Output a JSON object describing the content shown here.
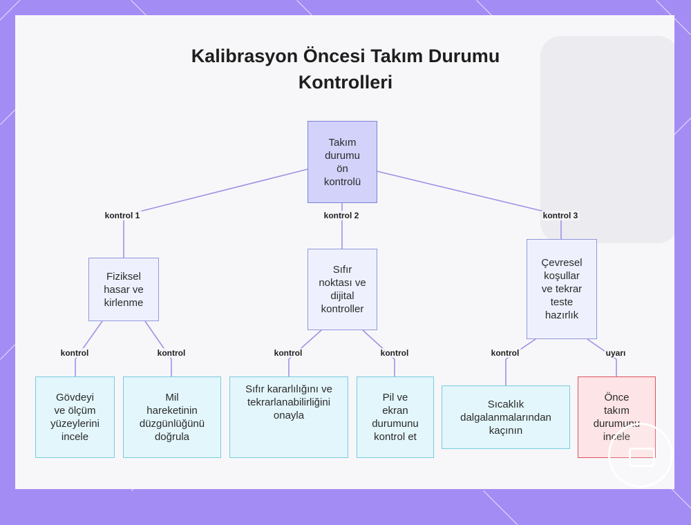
{
  "title_lines": [
    "Kalibrasyon Öncesi Takım Durumu",
    "Kontrolleri"
  ],
  "nodes": {
    "root": {
      "lines": [
        "Takım",
        "durumu",
        "ön",
        "kontrolü"
      ]
    },
    "physical": {
      "lines": [
        "Fiziksel",
        "hasar ve",
        "kirlenme"
      ]
    },
    "zero": {
      "lines": [
        "Sıfır",
        "noktası ve",
        "dijital",
        "kontroller"
      ]
    },
    "env": {
      "lines": [
        "Çevresel",
        "koşullar",
        "ve tekrar",
        "teste",
        "hazırlık"
      ]
    },
    "body_check": {
      "lines": [
        "Gövdeyi",
        "ve ölçüm",
        "yüzeylerini",
        "incele"
      ]
    },
    "spindle": {
      "lines": [
        "Mil",
        "hareketinin",
        "düzgünlüğünü",
        "doğrula"
      ]
    },
    "zero_stab": {
      "lines": [
        "Sıfır kararlılığını ve",
        "tekrarlanabilirliğini",
        "onayla"
      ]
    },
    "battery": {
      "lines": [
        "Pil ve",
        "ekran",
        "durumunu",
        "kontrol et"
      ]
    },
    "temp": {
      "lines": [
        "Sıcaklık",
        "dalgalanmalarından",
        "kaçının"
      ]
    },
    "warning": {
      "lines": [
        "Önce",
        "takım",
        "durumunu",
        "incele"
      ]
    }
  },
  "edge_labels": {
    "e1": "kontrol 1",
    "e2": "kontrol 2",
    "e3": "kontrol 3",
    "e4": "kontrol",
    "e5": "kontrol",
    "e6": "kontrol",
    "e7": "kontrol",
    "e8": "kontrol",
    "e9": "uyarı"
  },
  "colors": {
    "root_fill": "#d2d2fb",
    "mid_fill": "#eef1fd",
    "leaf_fill": "#e3f6fb",
    "warning_fill": "#fde4e6",
    "warning_border": "#dd4f5c",
    "edge": "#a090e6",
    "frame": "#a48cf5"
  }
}
